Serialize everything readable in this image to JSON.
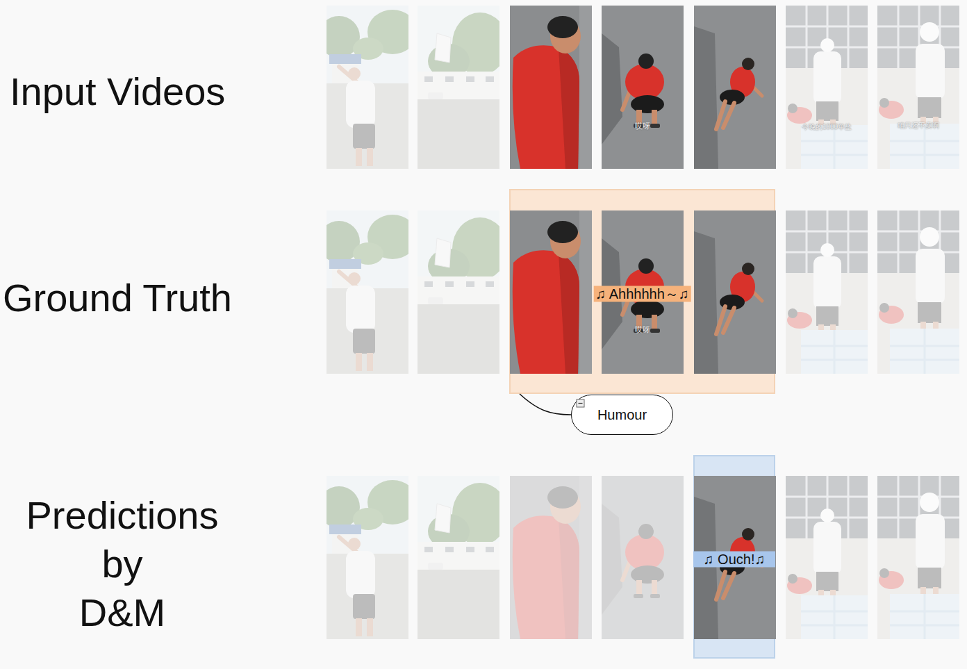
{
  "diagram": {
    "nodes": [
      {
        "text": [
          "♫ Ahhhhhh～♫"
        ]
      },
      {
        "text": [
          "Humour"
        ]
      },
      {
        "text": [
          "♫ Ouch!♫"
        ]
      }
    ],
    "edges": [
      {
        "from": 0,
        "to": 1,
        "arrow": "none"
      }
    ],
    "labels": [
      "Input Videos",
      "哎呀",
      "今晚的1000单盐",
      "咱只还不卖啊",
      "Ground Truth",
      "哎呀",
      "Predictions by D&M"
    ]
  }
}
